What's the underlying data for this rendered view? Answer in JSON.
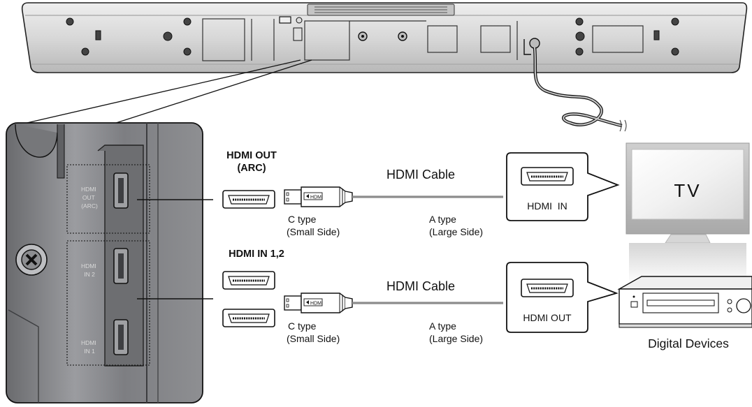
{
  "soundbar_panel": {
    "label_hdmi_out_arc": [
      "HDMI",
      "OUT",
      "(ARC)"
    ],
    "label_hdmi_in2": [
      "HDMI",
      "IN 2"
    ],
    "label_hdmi_in1": [
      "HDMI",
      "IN 1"
    ]
  },
  "hdmi_out_section": {
    "title_line1": "HDMI OUT",
    "title_line2": "(ARC)",
    "cable_label": "HDMI Cable",
    "connector_small": "C type",
    "connector_small_sub": "(Small Side)",
    "connector_large": "A type",
    "connector_large_sub": "(Large Side)",
    "plug_text": "HDMI",
    "port_label": "HDMI  IN",
    "device_label": "TV"
  },
  "hdmi_in_section": {
    "title": "HDMI IN 1,2",
    "cable_label": "HDMI Cable",
    "connector_small": "C type",
    "connector_small_sub": "(Small Side)",
    "connector_large": "A type",
    "connector_large_sub": "(Large Side)",
    "plug_text": "HDMI",
    "port_label": "HDMI OUT",
    "device_label": "Digital Devices"
  },
  "colors": {
    "panel_dark": "#5d5e61",
    "panel_light": "#9a9b9e",
    "line": "#111111",
    "cable": "#8c8c8c"
  }
}
